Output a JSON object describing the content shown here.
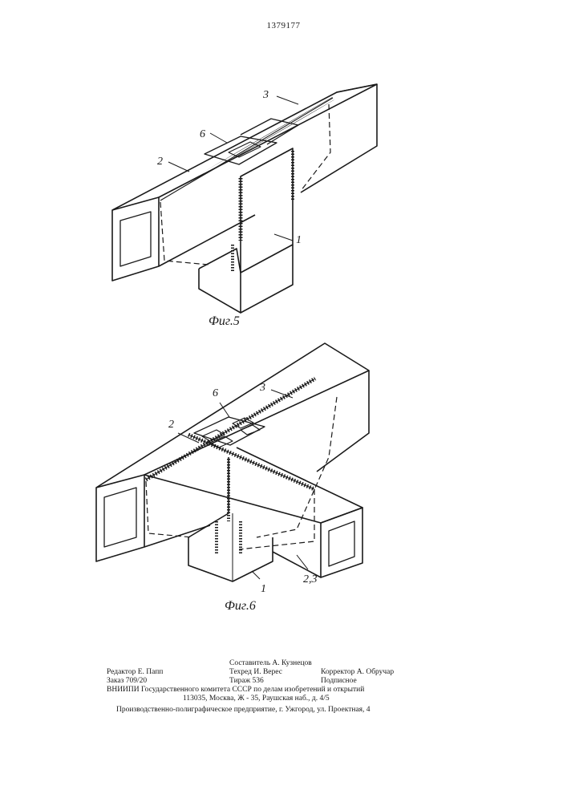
{
  "page_number": "1379177",
  "figures": [
    {
      "caption": "Фиг.5",
      "labels": {
        "num_1": "1",
        "num_2": "2",
        "num_3": "3",
        "num_6": "6"
      }
    },
    {
      "caption": "Фиг.6",
      "labels": {
        "num_1": "1",
        "num_2": "2",
        "num_3": "3",
        "num_6": "6",
        "num_23": "2,3"
      }
    }
  ],
  "footer": {
    "compiler": "Составитель А. Кузнецов",
    "editor": "Редактор Е. Папп",
    "techred": "Техред И. Верес",
    "corrector": "Корректор А. Обручар",
    "order": "Заказ 709/20",
    "circulation": "Тираж 536",
    "subscription": "Подписное",
    "institute": "ВНИИПИ Государственного комитета СССР по делам изобретений и открытий",
    "address": "113035, Москва, Ж - 35, Раушская наб., д. 4/5",
    "printer": "Производственно-полиграфическое предприятие, г. Ужгород, ул. Проектная, 4"
  }
}
